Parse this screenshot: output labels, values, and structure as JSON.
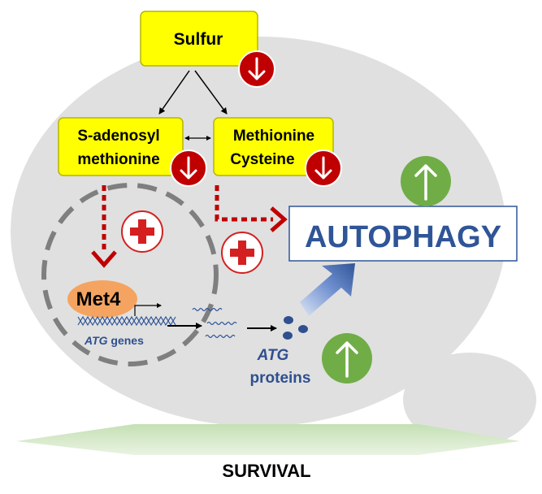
{
  "nodes": {
    "sulfur": "Sulfur",
    "sam_line1": "S-adenosyl",
    "sam_line2": "methionine",
    "aa_line1": "Methionine",
    "aa_line2": "Cysteine",
    "met4": "Met4",
    "atg_genes_italic": "ATG",
    "atg_genes_rest": " genes",
    "autophagy": "AUTOPHAGY",
    "atg_proteins_line1": "ATG",
    "atg_proteins_line2": "proteins",
    "survival": "SURVIVAL"
  },
  "colors": {
    "cell": "#e0e0e0",
    "metabolite_box": "#ffff00",
    "metabolite_border": "#b5b500",
    "down_circle": "#c00000",
    "up_circle": "#70ad47",
    "positive_sign": "#d42020",
    "dashed_arrow": "#c00000",
    "nucleus_dash": "#7f7f7f",
    "met4": "#f4a460",
    "autophagy_text": "#2f5597",
    "blue_text": "#2f4f8f",
    "survival_bar": "#c5e0b4"
  },
  "icons": [
    "down-arrow-circle-icon",
    "up-arrow-circle-icon",
    "plus-circle-icon",
    "dna-icon",
    "mrna-icon",
    "protein-dots-icon"
  ]
}
